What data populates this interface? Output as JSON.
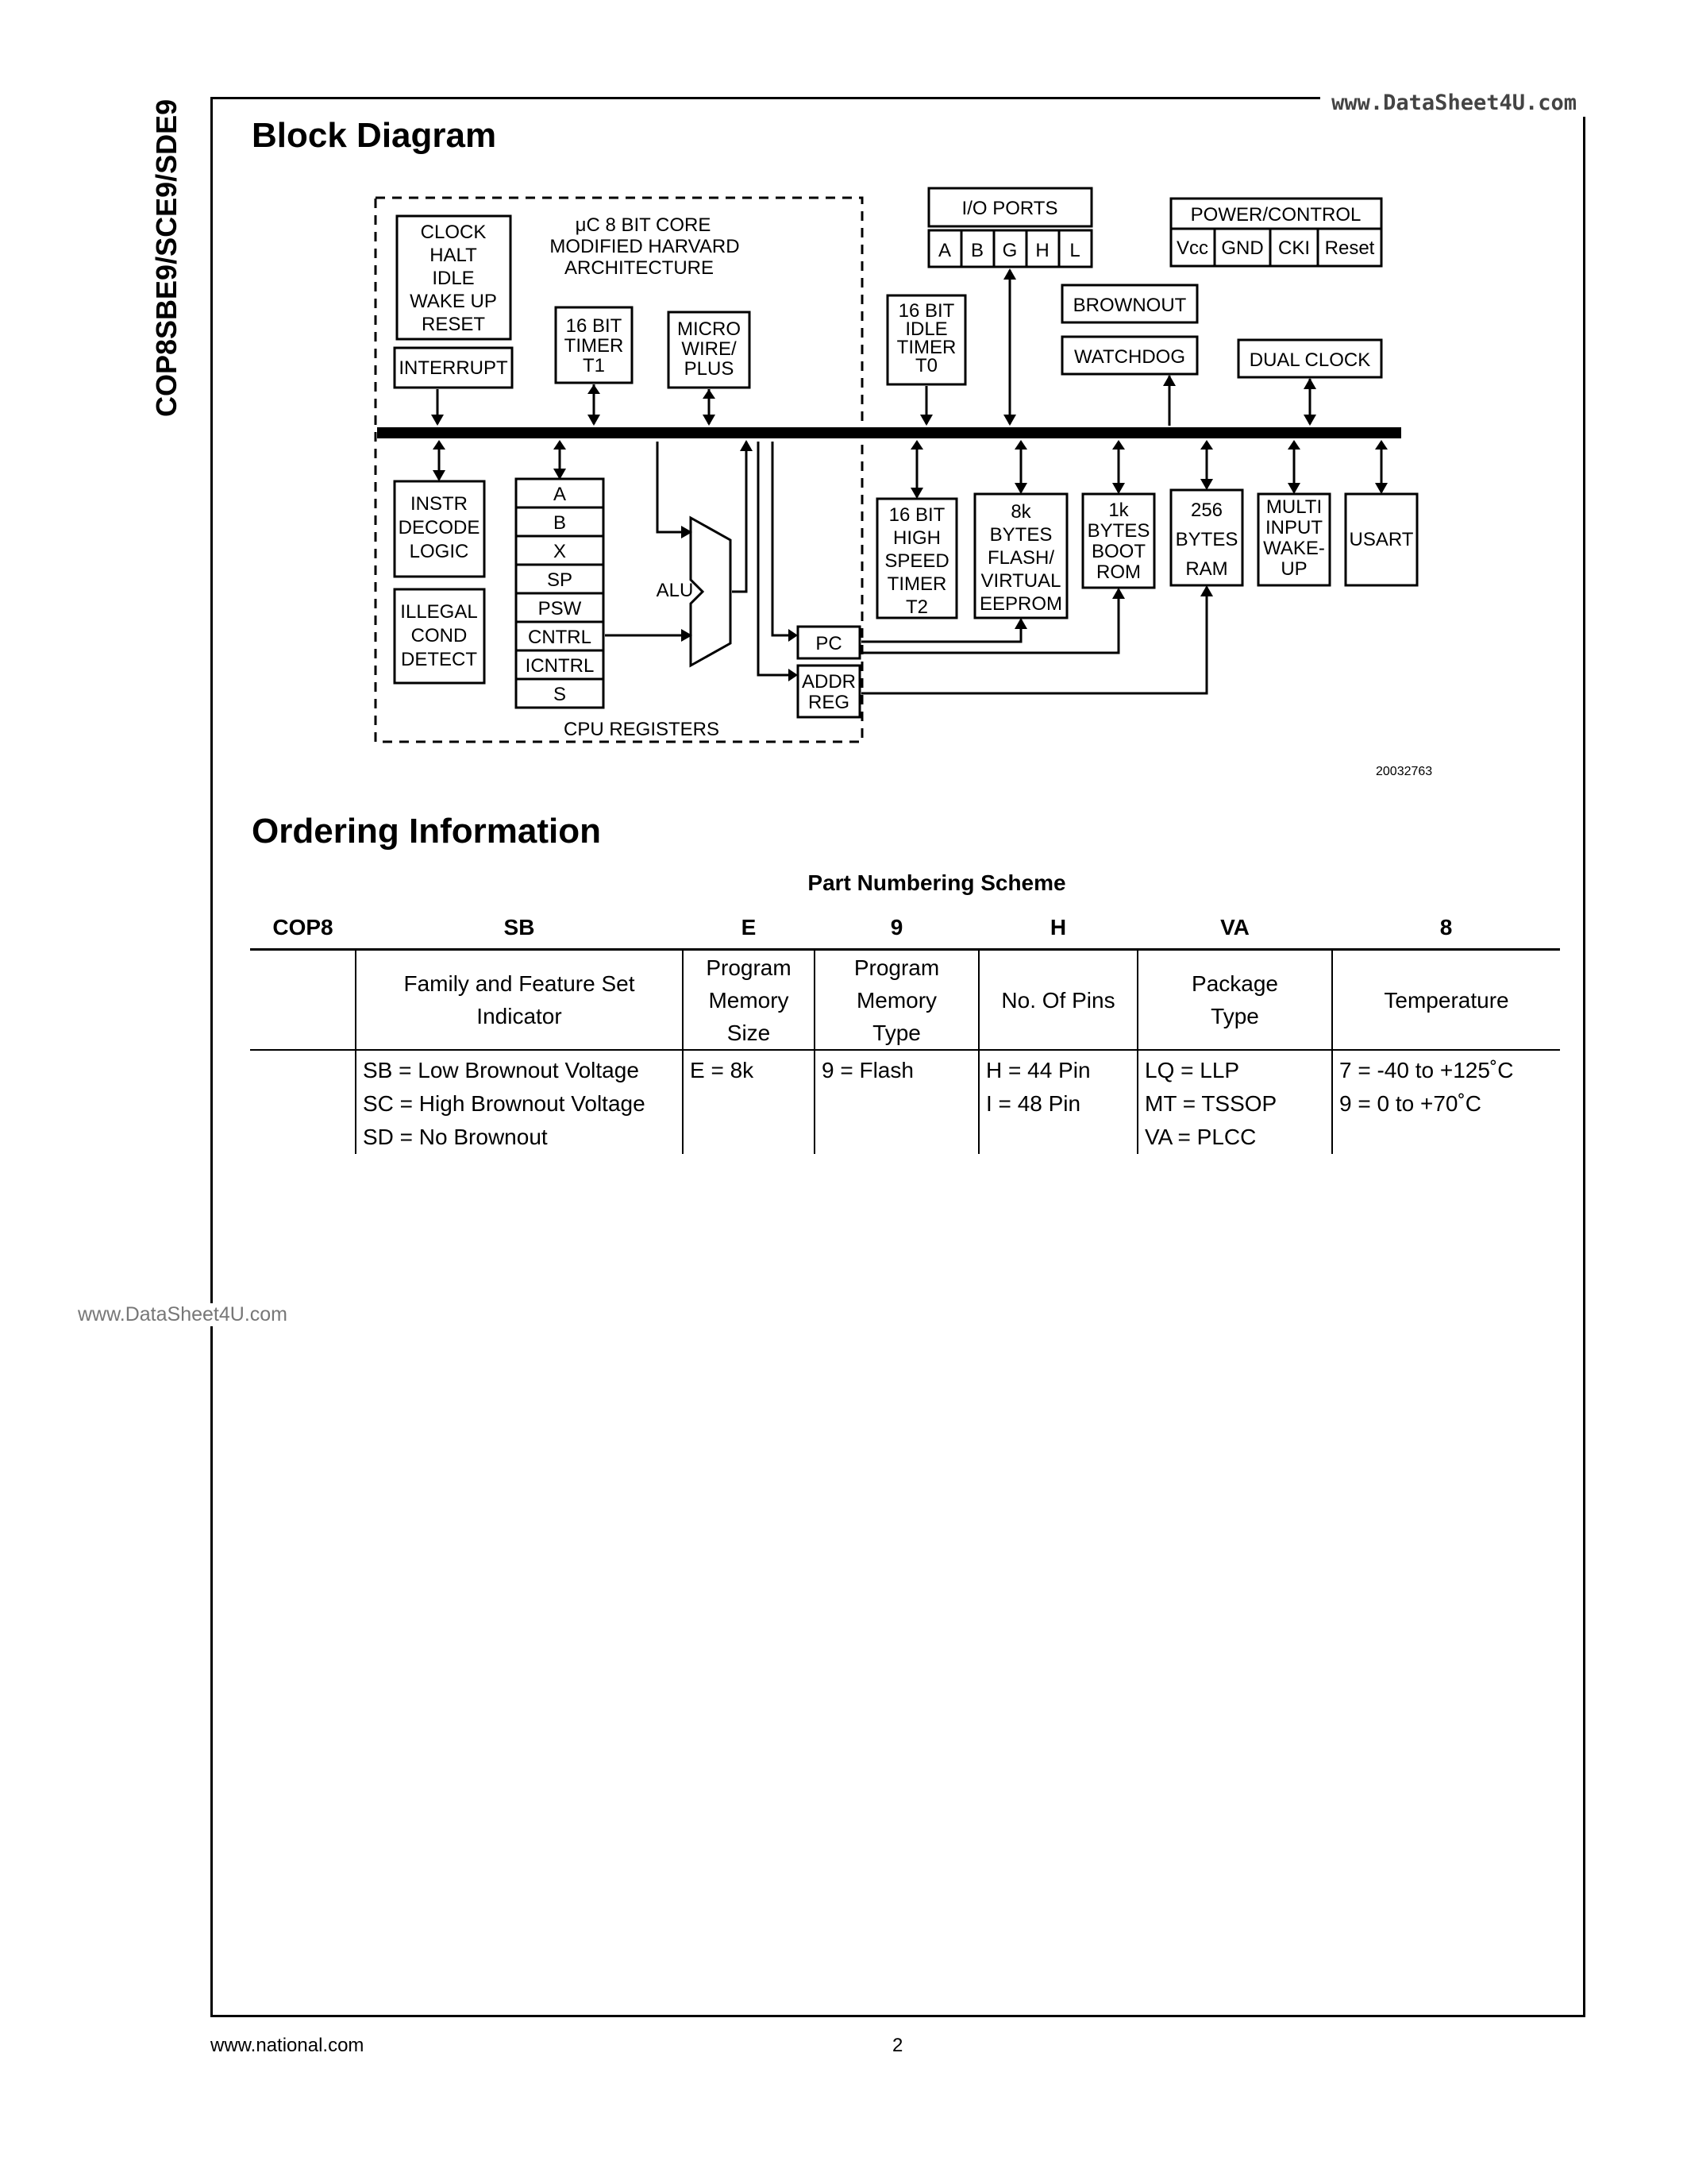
{
  "sidebar": {
    "title": "COP8SBE9/SCE9/SDE9"
  },
  "watermarks": {
    "top": "www.DataSheet4U.com",
    "middle": "www.DataSheet4U.com"
  },
  "block_diagram": {
    "heading": "Block Diagram",
    "figure_id": "20032763",
    "core": {
      "line1": "μC 8 BIT CORE",
      "line2": "MODIFIED HARVARD",
      "line3": "ARCHITECTURE"
    },
    "clock_box": [
      "CLOCK",
      "HALT",
      "IDLE",
      "WAKE UP",
      "RESET"
    ],
    "interrupt": "INTERRUPT",
    "timer_t1": [
      "16 BIT",
      "TIMER",
      "T1"
    ],
    "microwire": [
      "MICRO",
      "WIRE/",
      "PLUS"
    ],
    "idle_timer": [
      "16 BIT",
      "IDLE",
      "TIMER",
      "T0"
    ],
    "io_ports": {
      "label": "I/O PORTS",
      "ports": [
        "A",
        "B",
        "G",
        "H",
        "L"
      ]
    },
    "power_control": {
      "label": "POWER/CONTROL",
      "pins": [
        "Vcc",
        "GND",
        "CKI",
        "Reset"
      ]
    },
    "brownout": "BROWNOUT",
    "watchdog": "WATCHDOG",
    "dual_clock": "DUAL CLOCK",
    "instr_decode": [
      "INSTR",
      "DECODE",
      "LOGIC"
    ],
    "illegal_cond": [
      "ILLEGAL",
      "COND",
      "DETECT"
    ],
    "registers": [
      "A",
      "B",
      "X",
      "SP",
      "PSW",
      "CNTRL",
      "ICNTRL",
      "S"
    ],
    "cpu_registers_label": "CPU REGISTERS",
    "alu": "ALU",
    "pc": "PC",
    "addr_reg": [
      "ADDR",
      "REG"
    ],
    "timer_t2": [
      "16 BIT",
      "HIGH",
      "SPEED",
      "TIMER",
      "T2"
    ],
    "flash": [
      "8k",
      "BYTES",
      "FLASH/",
      "VIRTUAL",
      "EEPROM"
    ],
    "boot_rom": [
      "1k",
      "BYTES",
      "BOOT",
      "ROM"
    ],
    "ram": [
      "256",
      "BYTES",
      "RAM"
    ],
    "multi_input": [
      "MULTI",
      "INPUT",
      "WAKE-",
      "UP"
    ],
    "usart": "USART"
  },
  "ordering": {
    "heading": "Ordering Information",
    "subheading": "Part Numbering Scheme",
    "columns": [
      {
        "code": "COP8",
        "desc": [],
        "values": []
      },
      {
        "code": "SB",
        "desc": [
          "Family and Feature Set",
          "Indicator"
        ],
        "values": [
          "SB = Low Brownout Voltage",
          "SC = High Brownout Voltage",
          "SD = No Brownout"
        ]
      },
      {
        "code": "E",
        "desc": [
          "Program",
          "Memory",
          "Size"
        ],
        "values": [
          "E = 8k"
        ]
      },
      {
        "code": "9",
        "desc": [
          "Program",
          "Memory",
          "Type"
        ],
        "values": [
          "9 = Flash"
        ]
      },
      {
        "code": "H",
        "desc": [
          "No. Of Pins"
        ],
        "values": [
          "H = 44 Pin",
          "I = 48 Pin"
        ]
      },
      {
        "code": "VA",
        "desc": [
          "Package",
          "Type"
        ],
        "values": [
          "LQ = LLP",
          "MT = TSSOP",
          "VA = PLCC"
        ]
      },
      {
        "code": "8",
        "desc": [
          "Temperature"
        ],
        "values": [
          "7 = -40 to +125˚C",
          "9 = 0 to +70˚C"
        ]
      }
    ]
  },
  "footer": {
    "url": "www.national.com",
    "page": "2"
  }
}
